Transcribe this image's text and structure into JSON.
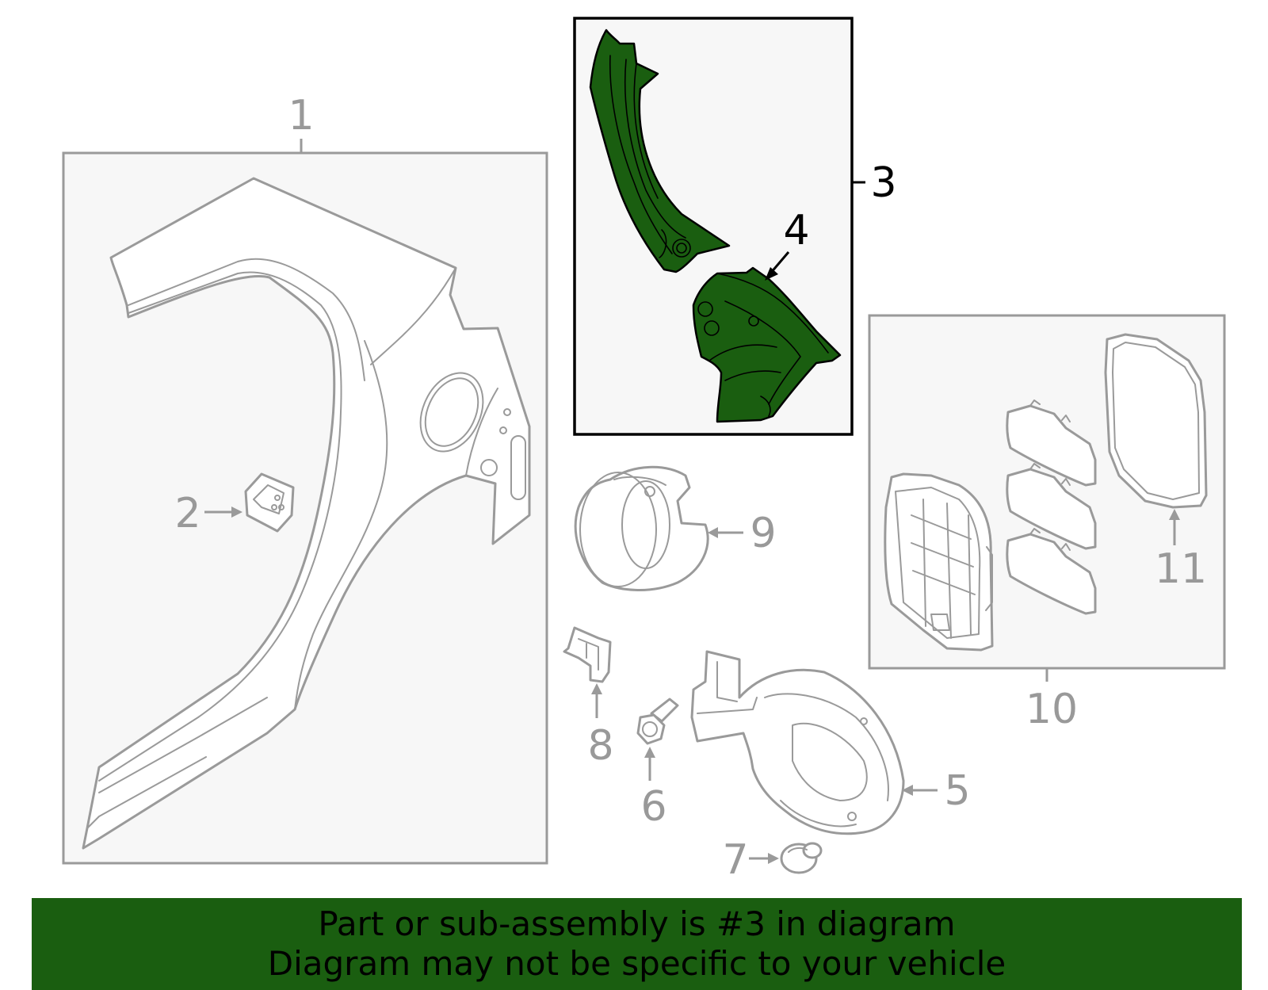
{
  "diagram": {
    "callouts": {
      "c1": "1",
      "c2": "2",
      "c3": "3",
      "c4": "4",
      "c5": "5",
      "c6": "6",
      "c7": "7",
      "c8": "8",
      "c9": "9",
      "c10": "10",
      "c11": "11"
    },
    "highlight_color": "#1a5e10",
    "line_color": "#9a9a9a"
  },
  "banner": {
    "line1": "Part or sub-assembly is #3 in diagram",
    "line2": "Diagram may not be specific to your vehicle",
    "background": "#1a5e10"
  }
}
